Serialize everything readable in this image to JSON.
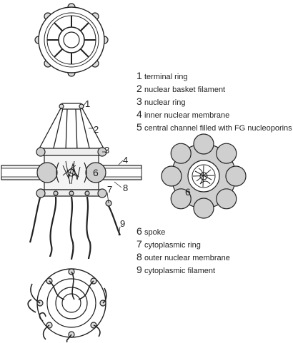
{
  "callouts": {
    "c1": "1",
    "c2": "2",
    "c3": "3",
    "c4": "4",
    "c6": "6",
    "c7": "7",
    "c8": "8",
    "c9": "9",
    "c6_ring": "6"
  },
  "legend_top": [
    {
      "num": "1",
      "label": "terminal ring"
    },
    {
      "num": "2",
      "label": "nuclear basket filament"
    },
    {
      "num": "3",
      "label": "nuclear ring"
    },
    {
      "num": "4",
      "label": "inner nuclear membrane"
    },
    {
      "num": "5",
      "label": "central channel filled with FG nucleoporins"
    }
  ],
  "legend_bottom": [
    {
      "num": "6",
      "label": "spoke"
    },
    {
      "num": "7",
      "label": "cytoplasmic ring"
    },
    {
      "num": "8",
      "label": "outer nuclear membrane"
    },
    {
      "num": "9",
      "label": "cytoplasmic filament"
    }
  ],
  "colors": {
    "line": "#222222",
    "fill_gray": "#cfcfcf",
    "fill_light": "#eeeeee"
  }
}
